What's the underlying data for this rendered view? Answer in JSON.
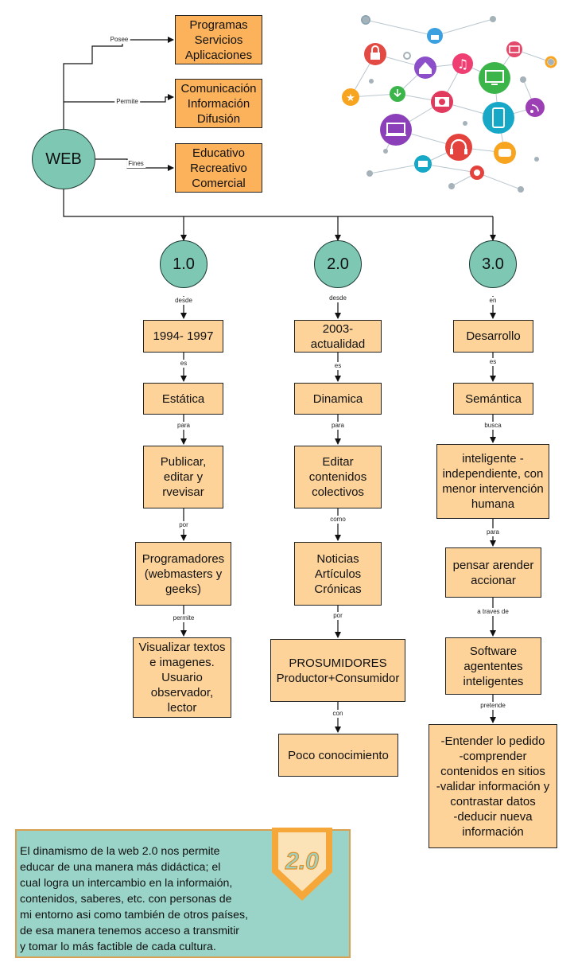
{
  "root": {
    "label": "WEB"
  },
  "top_branches": [
    {
      "edge_label": "Posee",
      "box_text": "Programas\nServicios\nAplicaciones"
    },
    {
      "edge_label": "Permite",
      "box_text": "Comunicación\nInformación\nDifusión"
    },
    {
      "edge_label": "Fines",
      "box_text": "Educativo\nRecreativo\nComercial"
    }
  ],
  "versions": [
    {
      "label": "1.0",
      "first_edge": "desde",
      "steps": [
        {
          "text": "1994- 1997",
          "edge": "es"
        },
        {
          "text": "Estática",
          "edge": "para"
        },
        {
          "text": "Publicar,\neditar y\nrvevisar",
          "edge": "por"
        },
        {
          "text": "Programadores\n(webmasters y\ngeeks)",
          "edge": "permite"
        },
        {
          "text": "Visualizar textos\ne imagenes.\nUsuario\nobservador,\nlector"
        }
      ]
    },
    {
      "label": "2.0",
      "first_edge": "desde",
      "steps": [
        {
          "text": "2003-\nactualidad",
          "edge": "es"
        },
        {
          "text": "Dinamica",
          "edge": "para"
        },
        {
          "text": "Editar\ncontenidos\ncolectivos",
          "edge": "como"
        },
        {
          "text": "Noticias\nArtículos\nCrónicas",
          "edge": "por"
        },
        {
          "text": "PROSUMIDORES\nProductor+Consumidor",
          "edge": "con"
        },
        {
          "text": "Poco conocimiento"
        }
      ]
    },
    {
      "label": "3.0",
      "first_edge": "en",
      "steps": [
        {
          "text": "Desarrollo",
          "edge": "es"
        },
        {
          "text": "Semántica",
          "edge": "busca"
        },
        {
          "text": "inteligente -\nindependiente, con\nmenor intervención\nhumana",
          "edge": "para"
        },
        {
          "text": "pensar arender\naccionar",
          "edge": "a traves de"
        },
        {
          "text": "Software\nagententes\ninteligentes",
          "edge": "pretende"
        },
        {
          "text": "-Entender lo pedido\n-comprender\ncontenidos en sitios\n-validar información y\ncontrastar datos\n-deducir nueva\ninformación"
        }
      ]
    }
  ],
  "note": {
    "text": "El dinamismo de la web 2.0 nos permite\neducar de una manera más  didáctica; el\ncual logra un intercambio en la informaión,\ncontenidos, saberes, etc. con personas de\nmi entorno asi como también de otros países,\nde esa manera tenemos acceso a transmitir\ny tomar lo más factible de cada cultura.",
    "badge_text": "2.0"
  },
  "colors": {
    "box_fill": "#fdd39a",
    "top_box_fill": "#fbb25a",
    "circle_fill": "#7ec8b3",
    "note_fill": "#9ad4c8",
    "note_border": "#d8a050",
    "badge_fill": "#f5a73a"
  },
  "icons": [
    "lock-icon",
    "like-icon",
    "mail-icon",
    "home-icon",
    "music-icon",
    "monitor-icon",
    "star-icon",
    "download-icon",
    "camera-icon",
    "rss-icon",
    "laptop-icon",
    "headphones-icon",
    "phone-icon",
    "chat-icon",
    "video-icon",
    "record-icon"
  ]
}
